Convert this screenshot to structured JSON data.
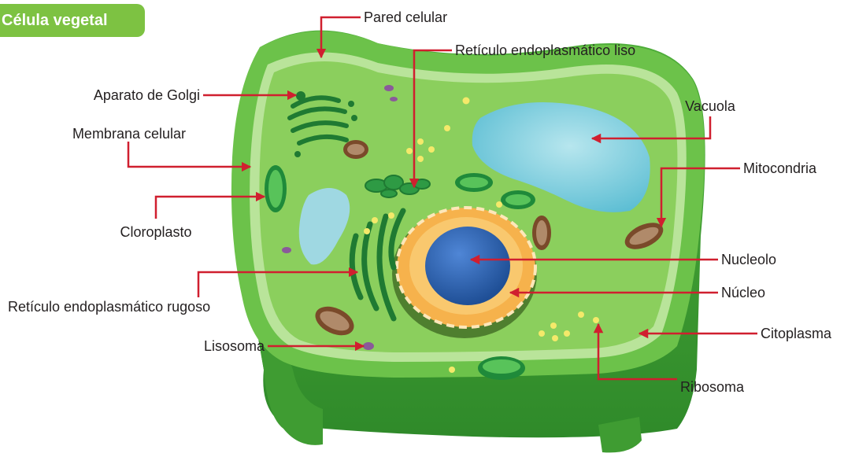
{
  "title": "Célula vegetal",
  "colors": {
    "title_badge": "#7dc242",
    "arrow": "#d01f2f",
    "cell_wall": "#6cc24a",
    "cytoplasm": "#8bcf5d",
    "vacuole": "#6fc7d8",
    "nucleus_envelope": "#f6b24c",
    "nucleolus": "#2e5faa",
    "mitochondria": "#7a4a2a",
    "chloroplast": "#1f8a3a"
  },
  "labels": {
    "pared_celular": "Pared celular",
    "reticulo_liso": "Retículo endoplasmático liso",
    "aparato_golgi": "Aparato de Golgi",
    "membrana_celular": "Membrana celular",
    "vacuola": "Vacuola",
    "mitocondria": "Mitocondria",
    "cloroplasto": "Cloroplasto",
    "nucleolo": "Nucleolo",
    "reticulo_rugoso": "Retículo endoplasmático rugoso",
    "nucleo": "Núcleo",
    "citoplasma": "Citoplasma",
    "lisosoma": "Lisosoma",
    "ribosoma": "Ribosoma"
  }
}
